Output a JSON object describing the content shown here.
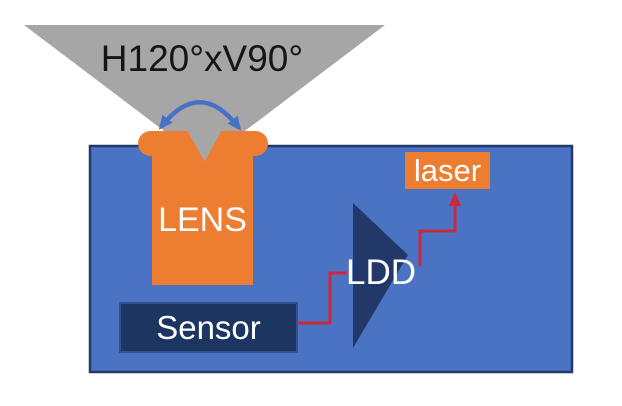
{
  "diagram": {
    "fov_label": "H120°xV90°",
    "lens_label": "LENS",
    "sensor_label": "Sensor",
    "ldd_label": "LDD",
    "laser_label": "laser"
  },
  "colors": {
    "fov_cone_gray": "#a6a6a6",
    "module_body_blue": "#4a73c4",
    "module_border_navy": "#24386b",
    "lens_orange": "#ed7d31",
    "laser_orange": "#ed7d31",
    "sensor_navy": "#1d3561",
    "sensor_border_blue": "#33518e",
    "ldd_navy": "#223868",
    "wire_red": "#c9293b",
    "arc_blue": "#4472c4",
    "text_dark": "#151515",
    "text_light": "#ffffff"
  }
}
